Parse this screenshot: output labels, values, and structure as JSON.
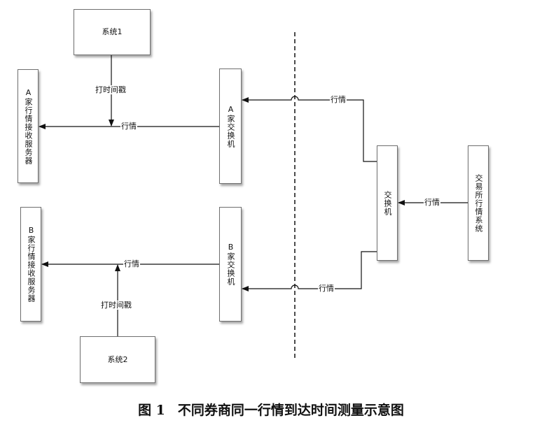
{
  "nodes": {
    "system1": "系统1",
    "system2": "系统2",
    "a_server": "A家行情接收服务器",
    "b_server": "B家行情接收服务器",
    "a_switch": "A家交换机",
    "b_switch": "B家交换机",
    "core_switch": "交换机",
    "exchange": "交易所行情系统"
  },
  "edges": {
    "ts_a": "打时间戳",
    "ts_b": "打时间戳",
    "quote_a_server": "行情",
    "quote_b_server": "行情",
    "quote_to_a_switch": "行情",
    "quote_to_b_switch": "行情",
    "quote_exchange": "行情"
  },
  "caption": {
    "number": "图 1",
    "title": "不同券商同一行情到达时间测量示意图"
  }
}
